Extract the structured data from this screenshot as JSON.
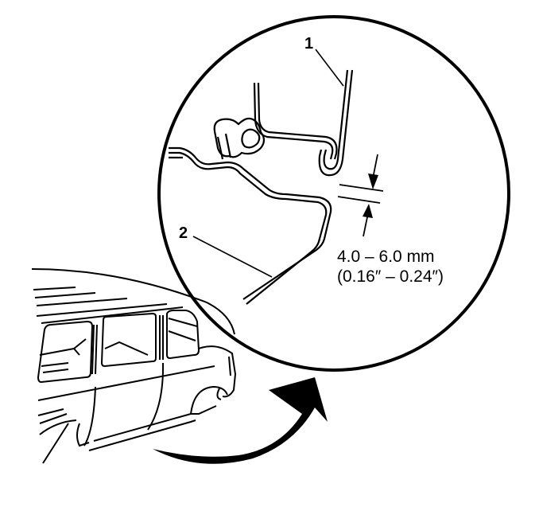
{
  "diagram": {
    "type": "technical-illustration",
    "subject": "Van sliding door / body panel seal gap detail",
    "colors": {
      "line": "#000000",
      "background": "#ffffff"
    },
    "callouts": [
      {
        "id": "1",
        "label": "1"
      },
      {
        "id": "2",
        "label": "2"
      }
    ],
    "dimension": {
      "metric": "4.0 – 6.0 mm",
      "imperial": "(0.16″ – 0.24″)"
    },
    "elements": [
      "detail-magnifier-circle",
      "van-body-outline",
      "curved-arrow",
      "dimension-arrows"
    ]
  }
}
